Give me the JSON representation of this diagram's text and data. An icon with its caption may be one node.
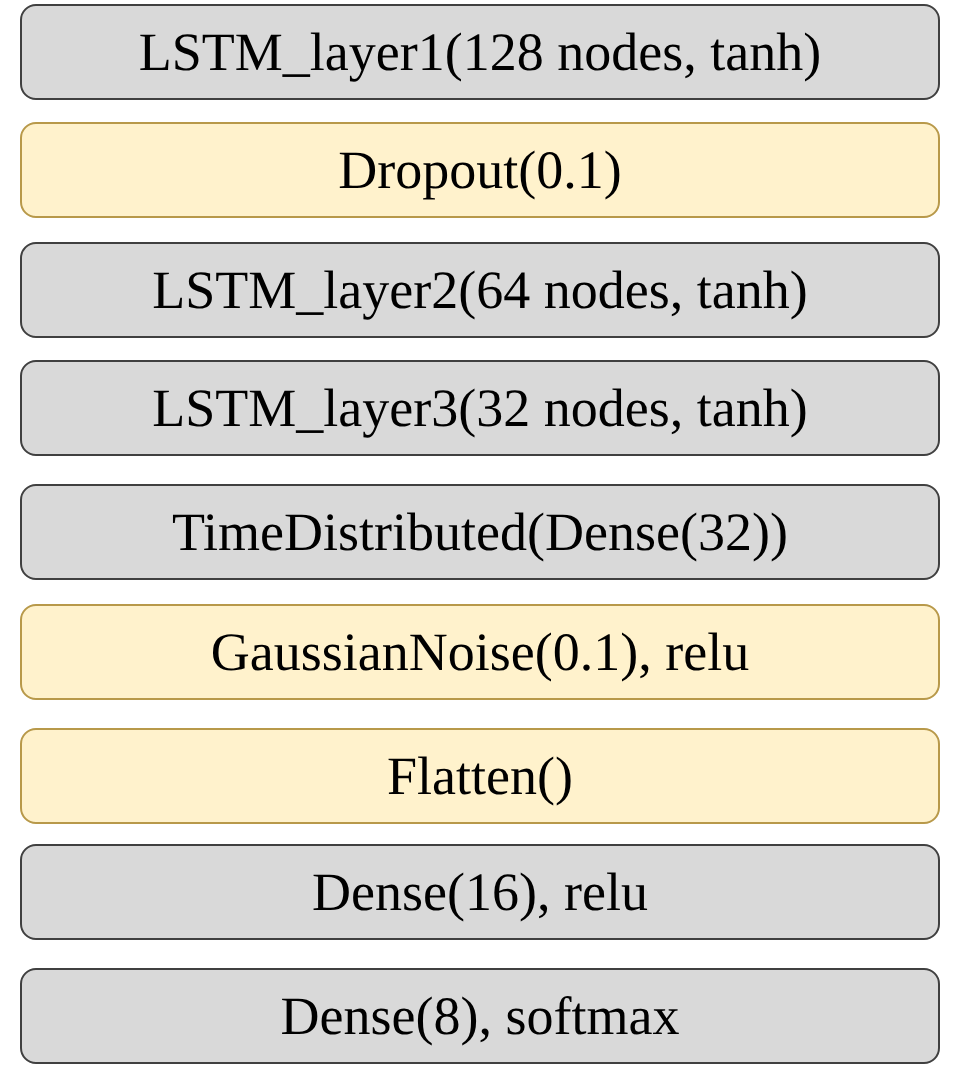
{
  "diagram": {
    "nodes": [
      {
        "text": [
          "LSTM_layer1(128 nodes, tanh)"
        ]
      },
      {
        "text": [
          "Dropout(0.1)"
        ]
      },
      {
        "text": [
          "LSTM_layer2(64 nodes, tanh)"
        ]
      },
      {
        "text": [
          "LSTM_layer3(32 nodes, tanh)"
        ]
      },
      {
        "text": [
          "TimeDistributed(Dense(32))"
        ]
      },
      {
        "text": [
          "GaussianNoise(0.1), relu"
        ]
      },
      {
        "text": [
          "Flatten()"
        ]
      },
      {
        "text": [
          "Dense(16), relu"
        ]
      },
      {
        "text": [
          "Dense(8), softmax"
        ]
      }
    ]
  }
}
